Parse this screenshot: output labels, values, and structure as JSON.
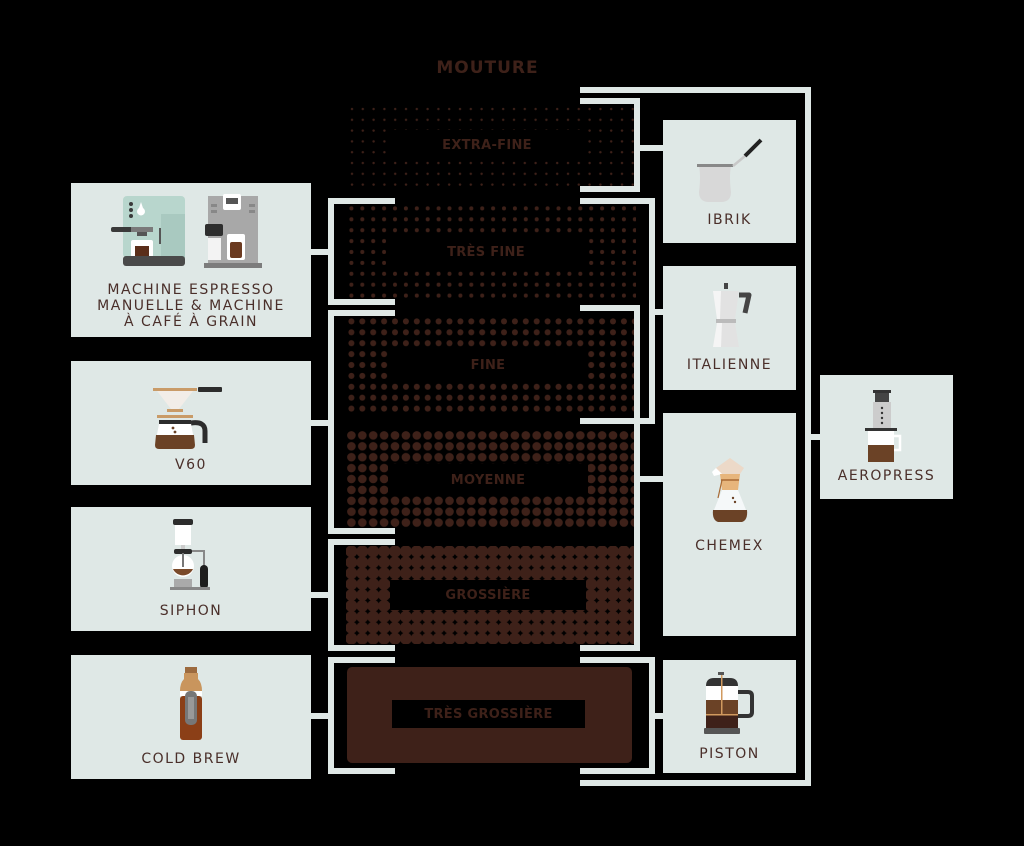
{
  "title": "MOUTURE",
  "colors": {
    "background": "#000000",
    "card": "#dfe8e6",
    "bracket": "#dfe8e6",
    "dots": "#3e2119",
    "label_text": "#4a2f2a"
  },
  "grind_levels": [
    {
      "label": "EXTRA-FINE",
      "dot_size": "extra-fine"
    },
    {
      "label": "TRÈS FINE",
      "dot_size": "very-fine"
    },
    {
      "label": "FINE",
      "dot_size": "fine"
    },
    {
      "label": "MOYENNE",
      "dot_size": "medium"
    },
    {
      "label": "GROSSIÈRE",
      "dot_size": "coarse"
    },
    {
      "label": "TRÈS GROSSIÈRE",
      "dot_size": "very-coarse"
    }
  ],
  "left_methods": [
    {
      "label_lines": [
        "MACHINE ESPRESSO",
        "MANUELLE & MACHINE",
        "À CAFÉ À GRAIN"
      ],
      "icon": "espresso-machines-icon",
      "grind": [
        "TRÈS FINE"
      ]
    },
    {
      "label": "V60",
      "icon": "v60-pour-over-icon",
      "grind": [
        "FINE",
        "MOYENNE"
      ]
    },
    {
      "label": "SIPHON",
      "icon": "siphon-icon",
      "grind": [
        "GROSSIÈRE"
      ]
    },
    {
      "label": "COLD BREW",
      "icon": "cold-brew-bottle-icon",
      "grind": [
        "TRÈS GROSSIÈRE"
      ]
    }
  ],
  "right_methods": [
    {
      "label": "IBRIK",
      "icon": "ibrik-icon",
      "grind": [
        "EXTRA-FINE"
      ]
    },
    {
      "label": "ITALIENNE",
      "icon": "moka-pot-icon",
      "grind": [
        "TRÈS FINE",
        "FINE"
      ]
    },
    {
      "label": "CHEMEX",
      "icon": "chemex-icon",
      "grind": [
        "FINE",
        "MOYENNE",
        "GROSSIÈRE"
      ]
    },
    {
      "label": "PISTON",
      "icon": "french-press-icon",
      "grind": [
        "TRÈS GROSSIÈRE"
      ]
    },
    {
      "label": "AEROPRESS",
      "icon": "aeropress-icon",
      "grind": [
        "EXTRA-FINE",
        "TRÈS FINE",
        "FINE",
        "MOYENNE",
        "GROSSIÈRE",
        "TRÈS GROSSIÈRE"
      ]
    }
  ]
}
